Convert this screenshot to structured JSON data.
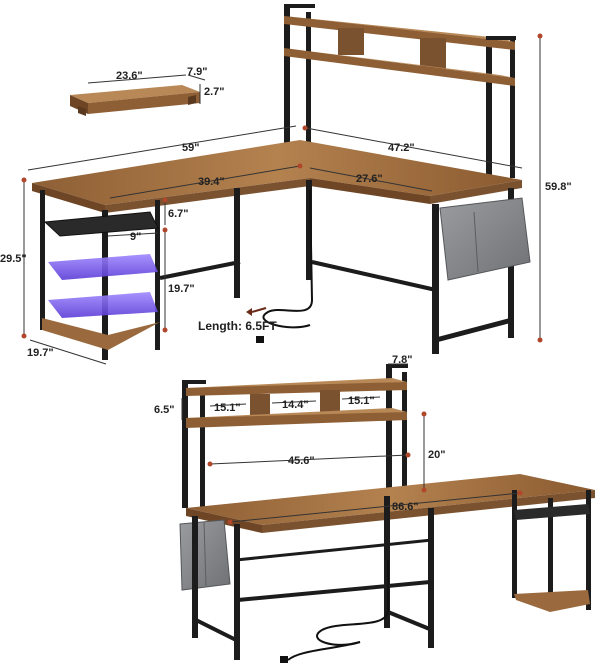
{
  "colors": {
    "wood_top": "#9a6a3e",
    "wood_dark": "#6e4626",
    "wood_light": "#b88856",
    "metal": "#1c1c1c",
    "led": "#7b5cff",
    "bag": "#8b8d91",
    "dim_line": "#333333",
    "dim_dot": "#b0462a"
  },
  "top_product": {
    "monitor_stand_width": "23.6\"",
    "monitor_stand_depth": "7.9\"",
    "monitor_stand_height": "2.7\"",
    "desk_long_side": "59\"",
    "desk_short_side": "47.2\"",
    "inner_long": "39.4\"",
    "inner_short": "27.6\"",
    "shelf_gap": "6.7\"",
    "shelf_width": "9\"",
    "shelf_height": "19.7\"",
    "desk_height": "29.5\"",
    "desk_depth": "19.7\"",
    "total_height": "59.8\"",
    "cable_length": "Length: 6.5FT"
  },
  "bottom_product": {
    "hutch_depth": "7.8\"",
    "hutch_cubby_height": "6.5\"",
    "cubby_left": "15.1\"",
    "cubby_middle": "14.4\"",
    "cubby_right": "15.1\"",
    "hutch_width": "45.6\"",
    "hutch_clearance": "20\"",
    "desk_length": "86.6\""
  }
}
